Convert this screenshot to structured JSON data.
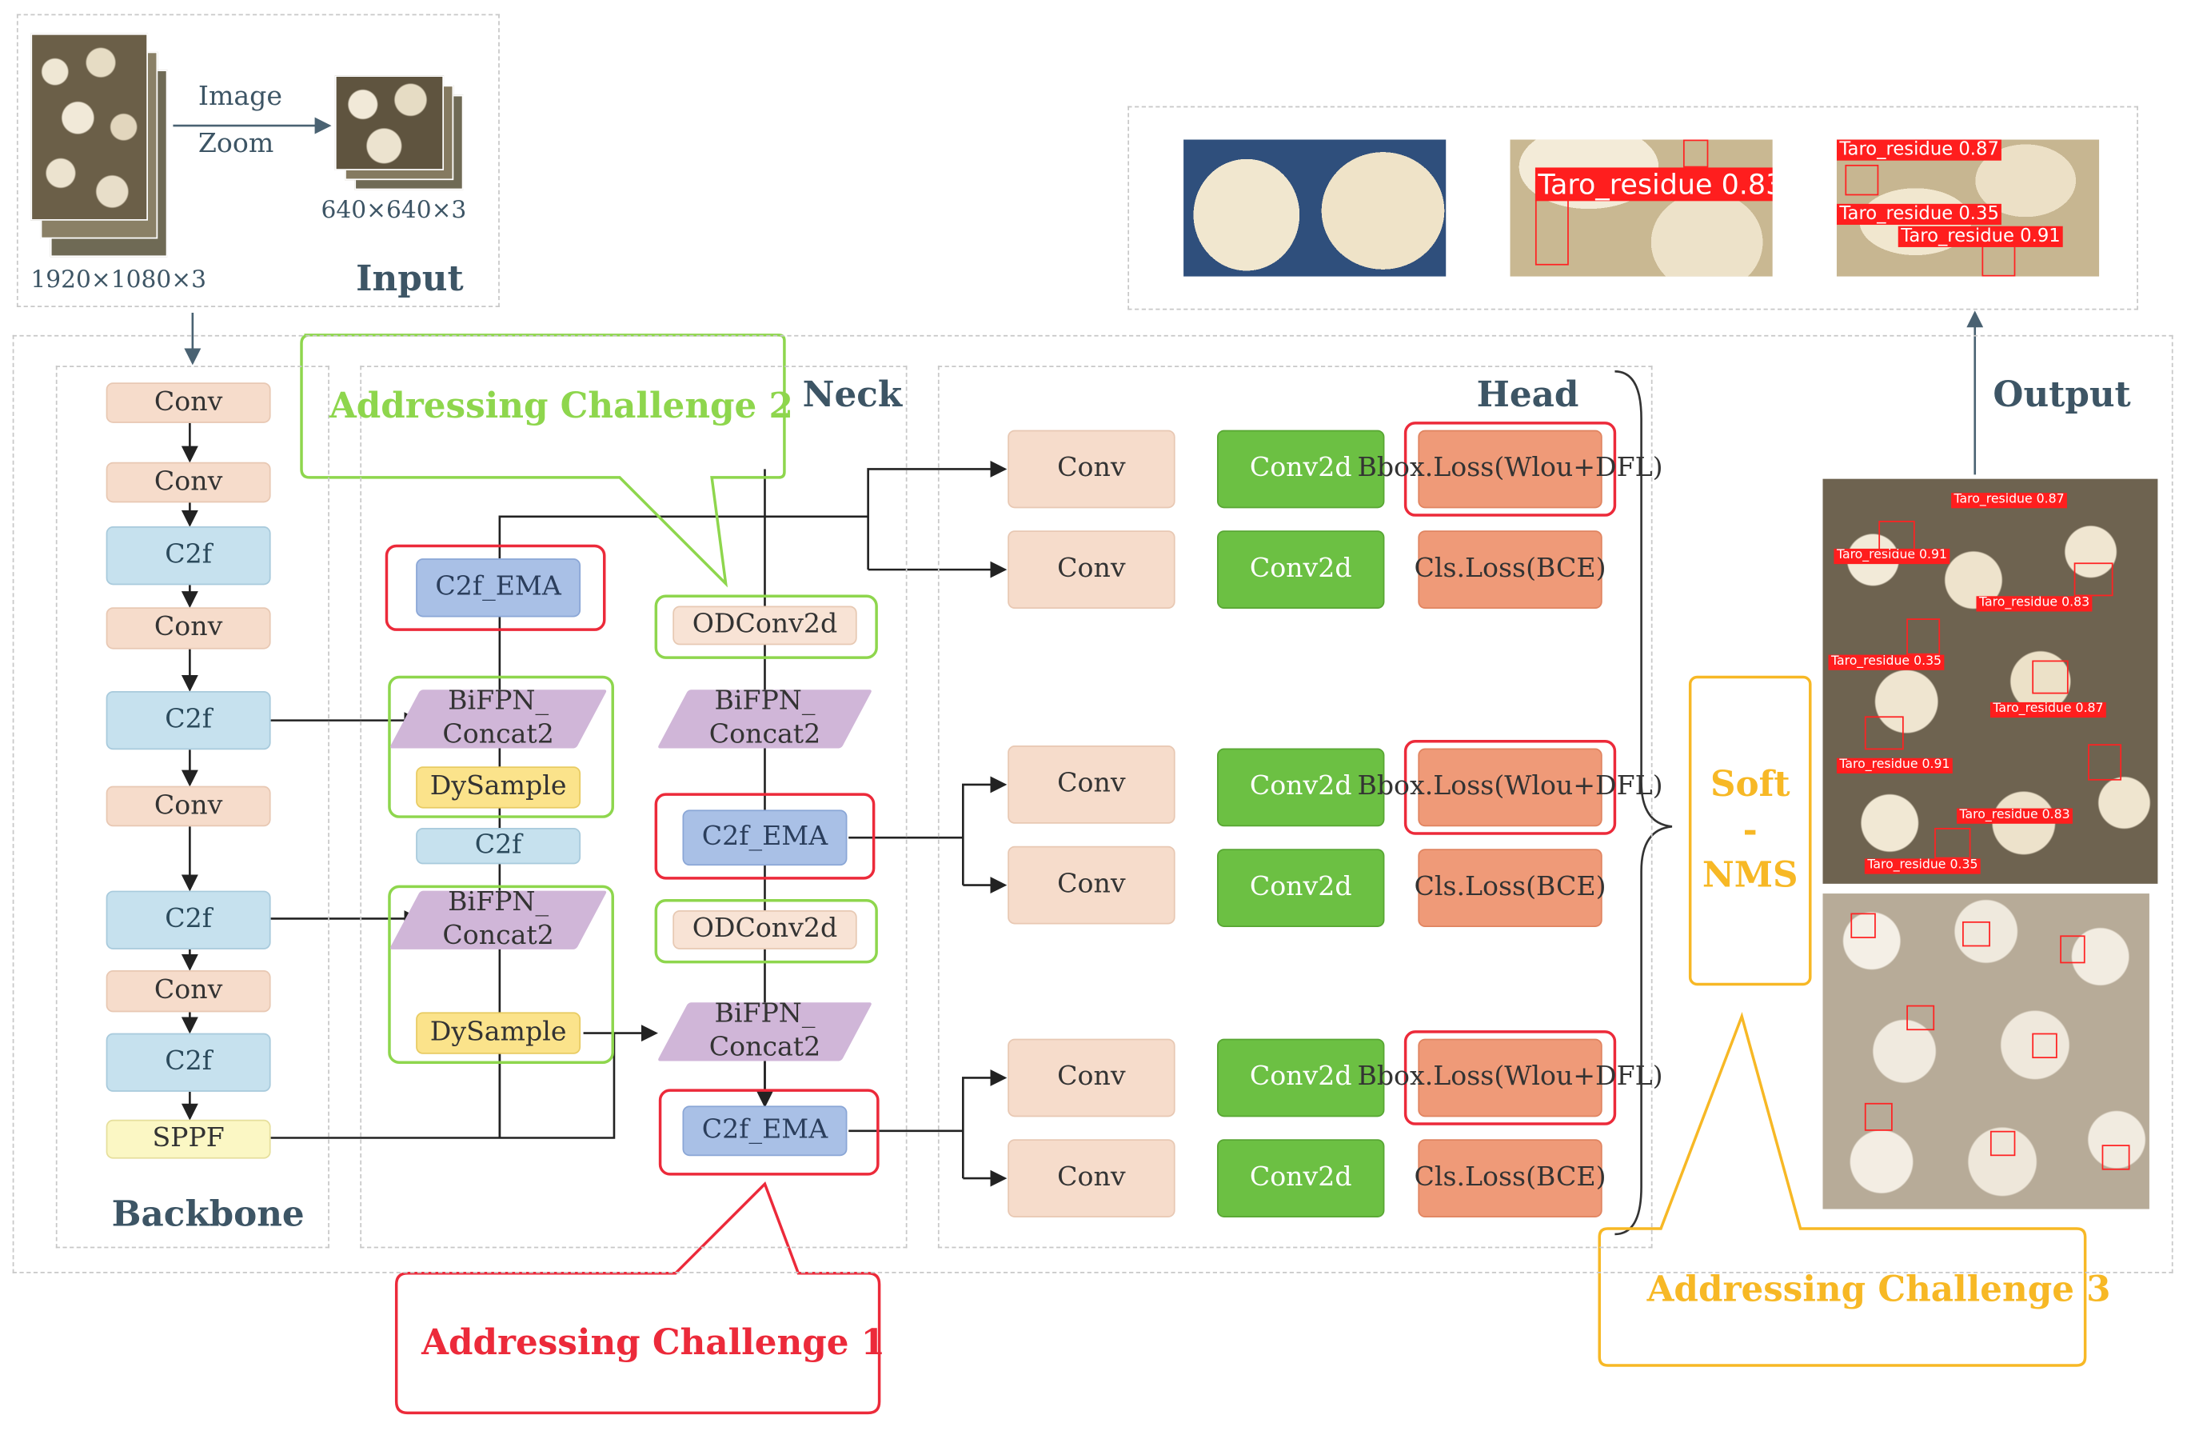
{
  "input": {
    "label": "Input",
    "arrow_label_line1": "Image",
    "arrow_label_line2": "Zoom",
    "original_size": "1920×1080×3",
    "zoomed_size": "640×640×3"
  },
  "sections": {
    "backbone": "Backbone",
    "neck": "Neck",
    "head": "Head",
    "output": "Output"
  },
  "backbone": {
    "blocks": [
      "Conv",
      "Conv",
      "C2f",
      "Conv",
      "C2f",
      "Conv",
      "C2f",
      "Conv",
      "C2f",
      "SPPF"
    ]
  },
  "neck": {
    "col1": {
      "c2f_ema": "C2f_EMA",
      "bifpn_1": [
        "BiFPN_",
        "Concat2"
      ],
      "dysample_1": "DySample",
      "c2f": "C2f",
      "bifpn_2": [
        "BiFPN_",
        "Concat2"
      ],
      "dysample_2": "DySample"
    },
    "col2": {
      "odconv_1": "ODConv2d",
      "bifpn_1": [
        "BiFPN_",
        "Concat2"
      ],
      "c2f_ema_1": "C2f_EMA",
      "odconv_2": "ODConv2d",
      "bifpn_2": [
        "BiFPN_",
        "Concat2"
      ],
      "c2f_ema_2": "C2f_EMA"
    }
  },
  "head": {
    "conv": "Conv",
    "conv2d": "Conv2d",
    "bbox_loss": [
      "Bbox.Loss",
      "(Wlou+DFL)"
    ],
    "cls_loss": [
      "Cls.Loss",
      "(BCE)"
    ]
  },
  "challenges": {
    "c1": "Addressing Challenge 1",
    "c2": "Addressing Challenge 2",
    "c3": "Addressing Challenge 3"
  },
  "nms": [
    "Soft",
    "-",
    "NMS"
  ],
  "detections": {
    "label_a": "Taro_residue 0.83",
    "label_b": "Taro_residue 0.87",
    "label_c": "Taro_residue 0.91",
    "label_d": "Taro_residue 0.35"
  },
  "colors": {
    "conv": "#f6dccb",
    "c2f": "#c6e1ee",
    "c2f_ema": "#a9c0e6",
    "conv2d": "#6cc043",
    "loss": "#ef9a78",
    "bifpn": "#d0b6d8",
    "dysample": "#fbe38b",
    "challenge_1": "#ec2a3a",
    "challenge_2": "#8ed64d",
    "challenge_3": "#f7b825"
  }
}
